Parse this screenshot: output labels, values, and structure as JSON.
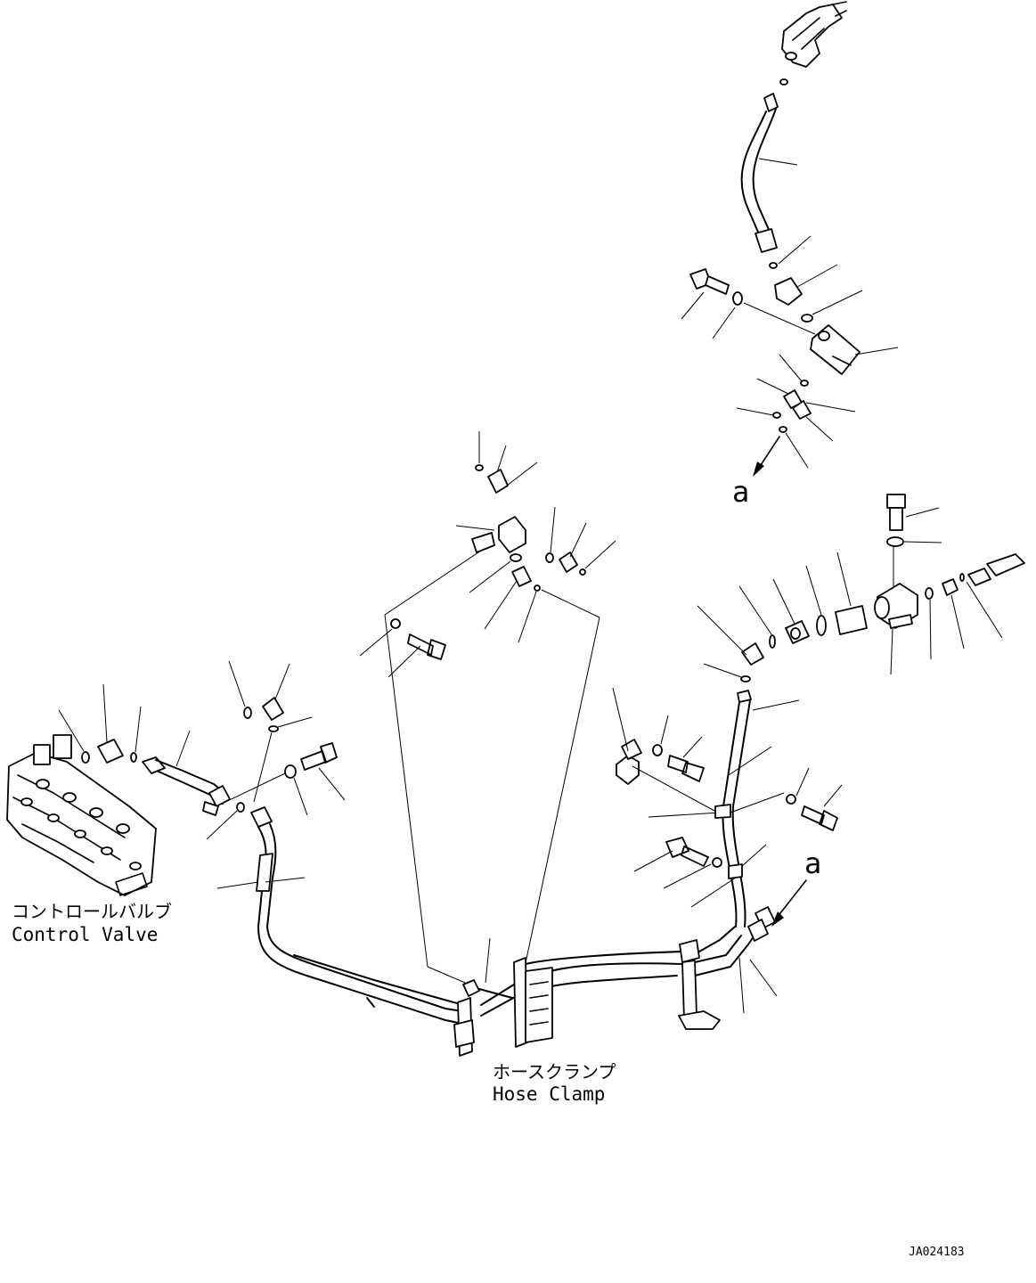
{
  "labels": {
    "control_valve_jp": "コントロールバルブ",
    "control_valve_en": "Control Valve",
    "hose_clamp_jp": "ホースクランプ",
    "hose_clamp_en": "Hose Clamp",
    "connector_a_top": "a",
    "connector_a_right": "a",
    "drawing_number": "JA024183"
  }
}
